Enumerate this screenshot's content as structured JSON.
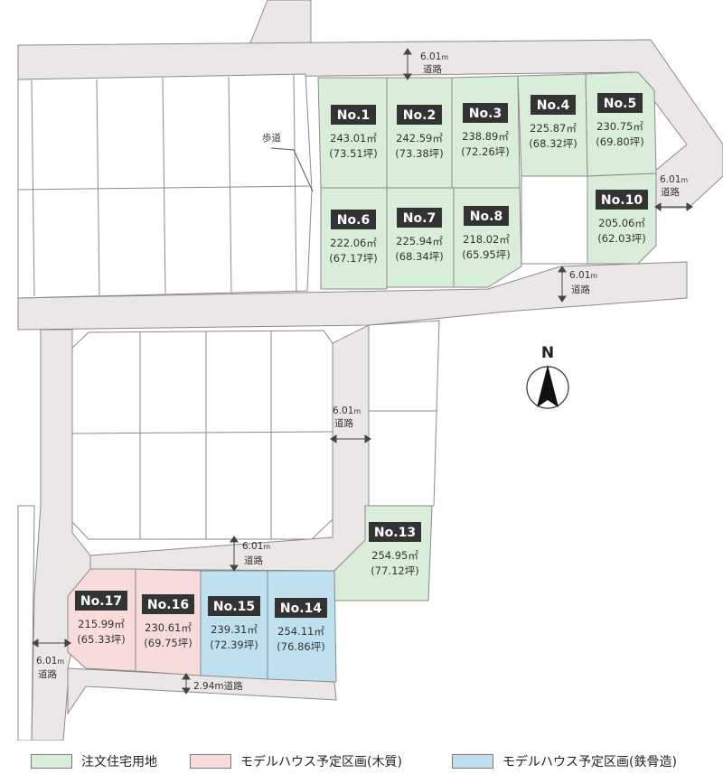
{
  "colors": {
    "road": "#ebe7e7",
    "custom_lot": "#d9eed9",
    "model_wood": "#f8dcdc",
    "model_steel": "#bfe0ef",
    "label_bg": "#333333",
    "line": "#7a7a7a"
  },
  "lots": [
    {
      "no": "No.1",
      "area": "243.01㎡",
      "tsubo": "(73.51坪)",
      "type": "custom"
    },
    {
      "no": "No.2",
      "area": "242.59㎡",
      "tsubo": "(73.38坪)",
      "type": "custom"
    },
    {
      "no": "No.3",
      "area": "238.89㎡",
      "tsubo": "(72.26坪)",
      "type": "custom"
    },
    {
      "no": "No.4",
      "area": "225.87㎡",
      "tsubo": "(68.32坪)",
      "type": "custom"
    },
    {
      "no": "No.5",
      "area": "230.75㎡",
      "tsubo": "(69.80坪)",
      "type": "custom"
    },
    {
      "no": "No.6",
      "area": "222.06㎡",
      "tsubo": "(67.17坪)",
      "type": "custom"
    },
    {
      "no": "No.7",
      "area": "225.94㎡",
      "tsubo": "(68.34坪)",
      "type": "custom"
    },
    {
      "no": "No.8",
      "area": "218.02㎡",
      "tsubo": "(65.95坪)",
      "type": "custom"
    },
    {
      "no": "No.10",
      "area": "205.06㎡",
      "tsubo": "(62.03坪)",
      "type": "custom"
    },
    {
      "no": "No.13",
      "area": "254.95㎡",
      "tsubo": "(77.12坪)",
      "type": "custom"
    },
    {
      "no": "No.14",
      "area": "254.11㎡",
      "tsubo": "(76.86坪)",
      "type": "steel"
    },
    {
      "no": "No.15",
      "area": "239.31㎡",
      "tsubo": "(72.39坪)",
      "type": "steel"
    },
    {
      "no": "No.16",
      "area": "230.61㎡",
      "tsubo": "(69.75坪)",
      "type": "wood"
    },
    {
      "no": "No.17",
      "area": "215.99㎡",
      "tsubo": "(65.33坪)",
      "type": "wood"
    }
  ],
  "roads": {
    "width_value": "6.01",
    "unit": "m",
    "label": "道路",
    "narrow_label": "2.94m道路",
    "sidewalk": "歩道"
  },
  "compass": {
    "label": "N"
  },
  "legend": [
    {
      "label": "注文住宅用地",
      "type": "custom"
    },
    {
      "label": "モデルハウス予定区画(木質)",
      "type": "wood"
    },
    {
      "label": "モデルハウス予定区画(鉄骨造)",
      "type": "steel"
    }
  ]
}
